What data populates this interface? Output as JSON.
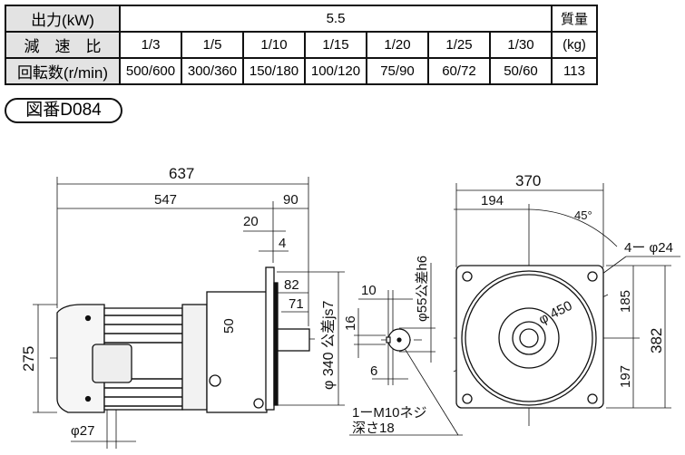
{
  "table": {
    "output_label": "出力(kW)",
    "output_value": "5.5",
    "mass_label_1": "質量",
    "mass_label_2": "(kg)",
    "ratio_label": "減　速　比",
    "ratios": [
      "1/3",
      "1/5",
      "1/10",
      "1/15",
      "1/20",
      "1/25",
      "1/30"
    ],
    "speed_label": "回転数(r/min)",
    "speeds": [
      "500/600",
      "300/360",
      "150/180",
      "100/120",
      "75/90",
      "60/72",
      "50/60"
    ],
    "mass_value": "113"
  },
  "drawing_number": "図番D084",
  "dims": {
    "d637": "637",
    "d547": "547",
    "d90": "90",
    "d20": "20",
    "d4": "4",
    "d82": "82",
    "d71": "71",
    "d50": "50",
    "d275": "275",
    "d27": "φ27",
    "d340": "φ 340 公差js7",
    "d16": "16",
    "d10": "10",
    "d6": "6",
    "d55": "φ55公差h6",
    "tap": "1ーM10ネジ",
    "depth": "深さ18",
    "d370": "370",
    "d194": "194",
    "deg45": "45°",
    "holes": "4ー φ24",
    "d450": "φ 450",
    "d185": "185",
    "d197": "197",
    "d382": "382"
  }
}
